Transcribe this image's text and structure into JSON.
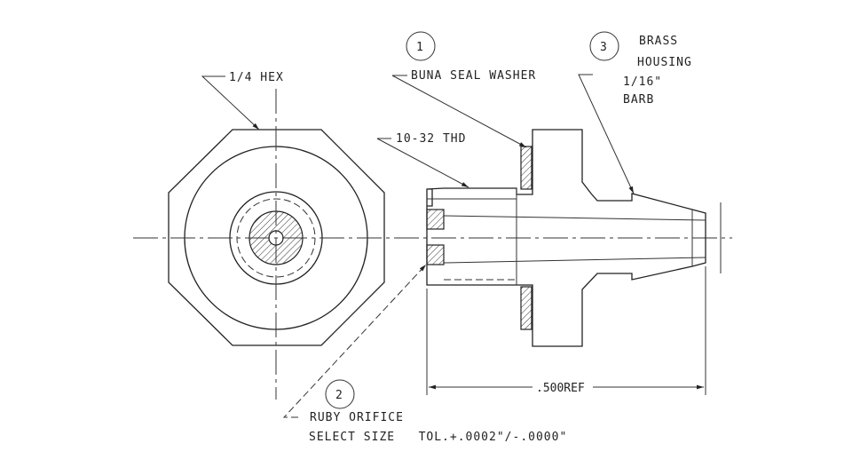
{
  "labels": {
    "hex": "1/4 HEX",
    "seal_number": "1",
    "seal": "BUNA SEAL WASHER",
    "housing_number": "3",
    "housing_line1": "BRASS",
    "housing_line2": "HOUSING",
    "barb_line1": "1/16\"",
    "barb_line2": "BARB",
    "thread": "10-32 THD",
    "orifice_number": "2",
    "orifice_line1": "RUBY ORIFICE",
    "orifice_line2": "SELECT SIZE   TOL.+.0002\"/-.0000\"",
    "dimension": ".500REF"
  }
}
